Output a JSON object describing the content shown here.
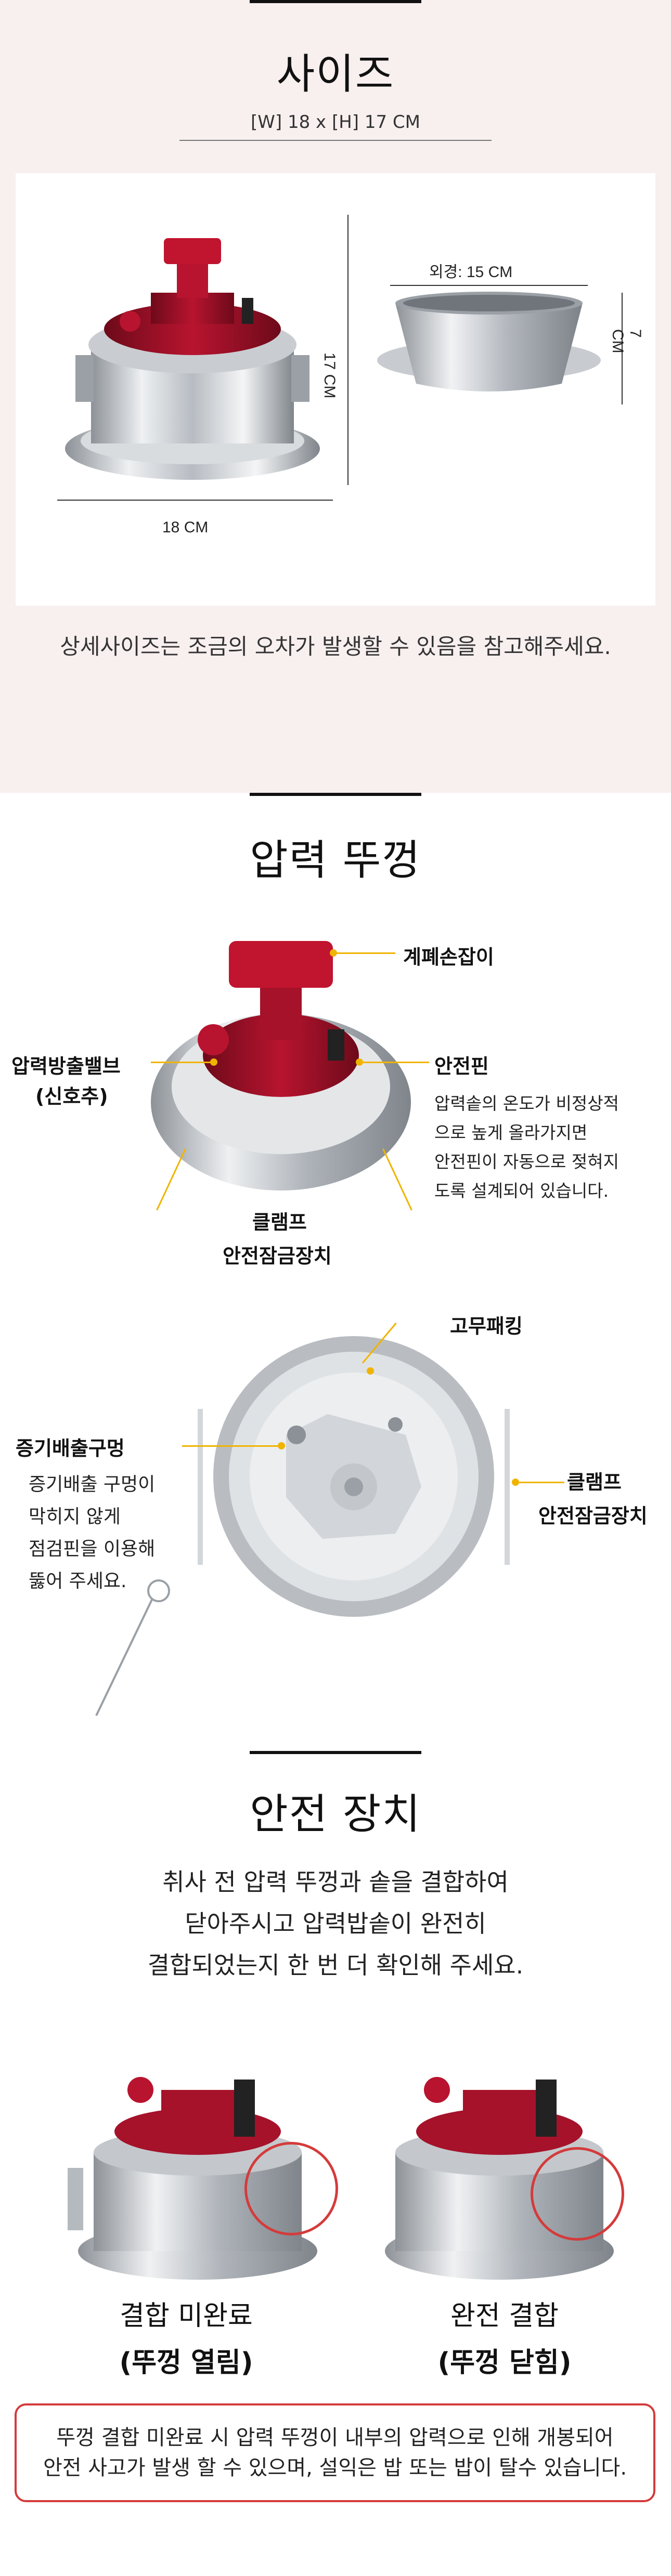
{
  "size_section": {
    "title": "사이즈",
    "dimensions": "[W] 18 x [H] 17 CM",
    "measure_cooker_height": "17 CM",
    "measure_cooker_width": "18 CM",
    "measure_inner_diameter": "외경: 15 CM",
    "measure_inner_height": "7 CM",
    "note": "상세사이즈는 조금의 오차가 발생할 수 있음을 참고해주세요."
  },
  "lid_section": {
    "title": "압력 뚜껑",
    "labels": {
      "handle": "계폐손잡이",
      "valve_line1": "압력방출밸브",
      "valve_line2": "(신호추)",
      "safety_pin": "안전핀",
      "safety_pin_desc": [
        "압력솥의 온도가 비정상적",
        "으로 높게 올라가지면",
        "안전핀이 자동으로 젖혀지",
        "도록 설계되어 있습니다."
      ],
      "clamp_line1": "클램프",
      "clamp_line2": "안전잠금장치",
      "gasket": "고무패킹",
      "steam_hole": "증기배출구멍",
      "steam_hole_desc": [
        "증기배출 구멍이",
        "막히지 않게",
        "점검핀을 이용해",
        "뚫어 주세요."
      ],
      "clamp2_line1": "클램프",
      "clamp2_line2": "안전잠금장치"
    }
  },
  "safety_section": {
    "title": "안전 장치",
    "instructions": [
      "취사 전 압력 뚜껑과 솥을 결합하여",
      "닫아주시고 압력밥솥이 완전히",
      "결합되었는지 한 번 더 확인해 주세요."
    ],
    "left_state_line1": "결합 미완료",
    "left_state_line2": "(뚜껑 열림)",
    "right_state_line1": "완전 결합",
    "right_state_line2": "(뚜껑 닫힘)",
    "warning_line1": "뚜껑 결합 미완료 시 압력 뚜껑이 내부의 압력으로 인해 개봉되어",
    "warning_line2": "안전 사고가 발생 할 수 있으며, 설익은 밥 또는 밥이 탈수 있습니다."
  },
  "colors": {
    "section_bg": "#f8efef",
    "accent_red": "#d43b3b",
    "leader_yellow": "#f0b400",
    "lid_red": "#a5122a"
  }
}
